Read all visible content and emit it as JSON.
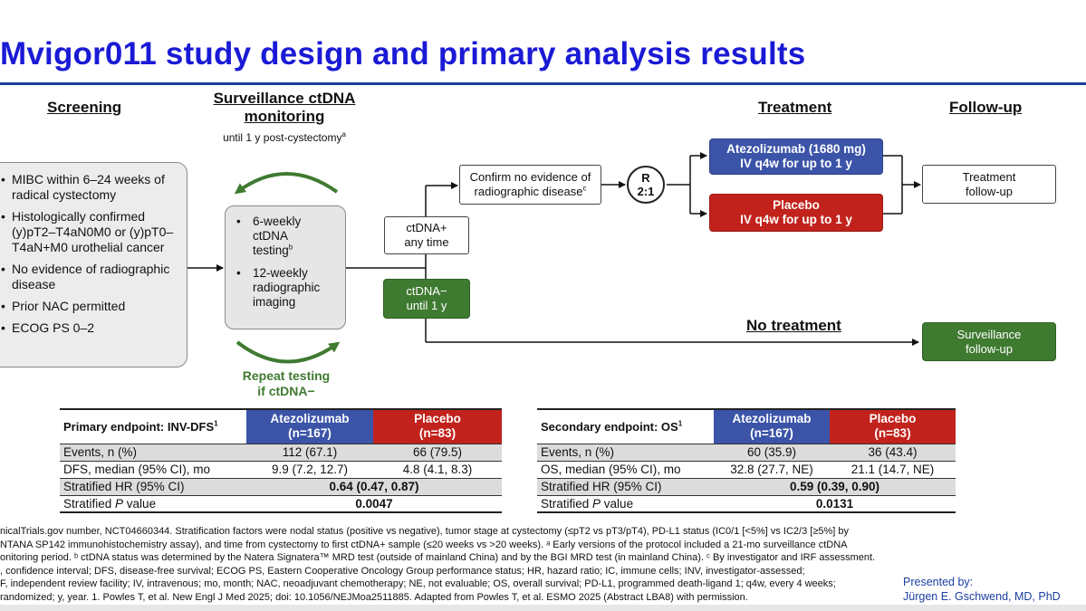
{
  "title": "Mvigor011 study design and primary analysis results",
  "phases": {
    "screening": "Screening",
    "surveillance_line1": "Surveillance ctDNA",
    "surveillance_line2": "monitoring",
    "surveillance_sub": "until 1 y post-cystectomy",
    "surveillance_sub_sup": "a",
    "treatment": "Treatment",
    "followup": "Follow-up"
  },
  "screening_criteria": [
    "MIBC within 6–24 weeks of radical cystectomy",
    "Histologically confirmed (y)pT2–T4aN0M0 or (y)pT0–T4aN+M0 urothelial cancer",
    "No evidence of radiographic disease",
    "Prior NAC permitted",
    "ECOG PS 0–2"
  ],
  "monitoring": {
    "item1_line1": "6-weekly",
    "item1_line2": "ctDNA",
    "item1_line3": "testing",
    "item1_sup": "b",
    "item2": "12-weekly radiographic imaging",
    "repeat_line1": "Repeat testing",
    "repeat_line2": "if ctDNA−"
  },
  "branches": {
    "positive_line1": "ctDNA+",
    "positive_line2": "any time",
    "negative_line1": "ctDNA−",
    "negative_line2": "until 1 y",
    "confirm_line1": "Confirm no evidence of",
    "confirm_line2": "radiographic disease",
    "confirm_sup": "c",
    "random_line1": "R",
    "random_line2": "2:1",
    "atezo_line1": "Atezolizumab (1680 mg)",
    "atezo_line2": "IV q4w for up to 1 y",
    "placebo_line1": "Placebo",
    "placebo_line2": "IV q4w for up to 1 y",
    "treatment_fu_line1": "Treatment",
    "treatment_fu_line2": "follow-up",
    "no_treatment": "No treatment",
    "surveillance_fu_line1": "Surveillance",
    "surveillance_fu_line2": "follow-up"
  },
  "colors": {
    "title_blue": "#1a1ad6",
    "atezo_blue": "#3b54a8",
    "placebo_red": "#c1231c",
    "ctdna_green": "#3f7a31"
  },
  "primary_table": {
    "header": "Primary endpoint: INV-DFS",
    "header_sup": "1",
    "col_atezo_line1": "Atezolizumab",
    "col_atezo_line2": "(n=167)",
    "col_placebo_line1": "Placebo",
    "col_placebo_line2": "(n=83)",
    "rows": [
      {
        "label": "Events, n (%)",
        "atezo": "112 (67.1)",
        "placebo": "66 (79.5)"
      },
      {
        "label": "DFS, median (95% CI), mo",
        "atezo": "9.9 (7.2, 12.7)",
        "placebo": "4.8 (4.1, 8.3)"
      }
    ],
    "hr_label": "Stratified HR (95% CI)",
    "hr_value": "0.64 (0.47, 0.87)",
    "p_label_pre": "Stratified ",
    "p_label_italic": "P",
    "p_label_post": " value",
    "p_value": "0.0047"
  },
  "secondary_table": {
    "header": "Secondary endpoint: OS",
    "header_sup": "1",
    "col_atezo_line1": "Atezolizumab",
    "col_atezo_line2": "(n=167)",
    "col_placebo_line1": "Placebo",
    "col_placebo_line2": "(n=83)",
    "rows": [
      {
        "label": "Events, n (%)",
        "atezo": "60 (35.9)",
        "placebo": "36 (43.4)"
      },
      {
        "label": "OS, median (95% CI), mo",
        "atezo": "32.8 (27.7, NE)",
        "placebo": "21.1 (14.7, NE)"
      }
    ],
    "hr_label": "Stratified HR (95% CI)",
    "hr_value": "0.59 (0.39, 0.90)",
    "p_label_pre": "Stratified ",
    "p_label_italic": "P",
    "p_label_post": " value",
    "p_value": "0.0131"
  },
  "footnotes": [
    "nicalTrials.gov number, NCT04660344. Stratification factors were nodal status (positive vs negative), tumor stage at cystectomy (≤pT2 vs pT3/pT4), PD-L1 status (IC0/1 [<5%] vs IC2/3 [≥5%] by",
    "NTANA SP142 immunohistochemistry assay), and time from cystectomy to first ctDNA+ sample (≤20 weeks vs >20 weeks). ᵃ Early versions of the protocol included a 21-mo surveillance ctDNA",
    "onitoring period. ᵇ ctDNA status was determined by the Natera Signatera™ MRD test (outside of mainland China) and by the BGI MRD test (in mainland China). ᶜ By investigator and IRF assessment.",
    ", confidence interval; DFS, disease-free survival; ECOG PS, Eastern Cooperative Oncology Group performance status; HR, hazard ratio; IC, immune cells; INV, investigator-assessed;",
    "F, independent review facility; IV, intravenous; mo, month; NAC, neoadjuvant chemotherapy; NE, not evaluable; OS, overall survival; PD-L1, programmed death-ligand 1; q4w, every 4 weeks;",
    "randomized; y, year. 1. Powles T, et al. New Engl J Med 2025; doi: 10.1056/NEJMoa2511885. Adapted from Powles T, et al. ESMO 2025 (Abstract LBA8) with permission."
  ],
  "presenter": {
    "line1": "Presented by:",
    "line2": "Jürgen E. Gschwend, MD, PhD"
  }
}
